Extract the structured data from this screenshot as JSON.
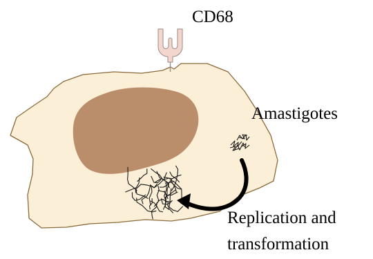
{
  "labels": {
    "receptor": "CD68",
    "parasite": "Amastigotes",
    "process_line1": "Replication and",
    "process_line2": "transformation"
  },
  "colors": {
    "cell_fill": "#fcefd8",
    "cell_stroke": "#8a6a3a",
    "nucleus_fill": "#bb8e6b",
    "receptor_fill": "#f3d6cd",
    "receptor_stroke": "#9c8a84",
    "arrow": "#000000",
    "amastigote_stroke": "#1a1a1a"
  },
  "icons": {
    "receptor": "y-shaped-receptor-icon",
    "arrow": "curved-arrow-icon"
  }
}
